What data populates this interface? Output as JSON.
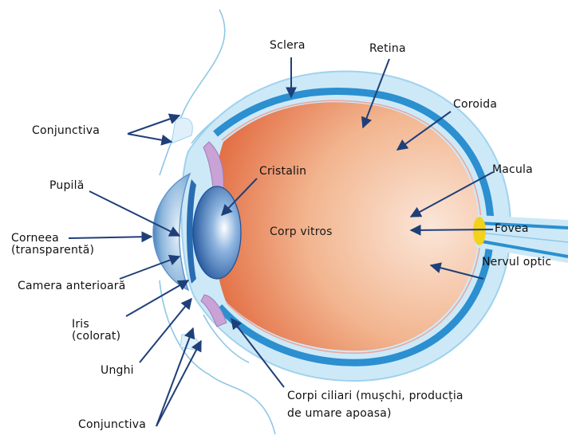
{
  "labels": {
    "sclera": "Sclera",
    "retina": "Retina",
    "coroida": "Coroida",
    "conjunctiva_top": "Conjunctiva",
    "pupila": "Pupilă",
    "cristalin": "Cristalin",
    "macula": "Macula",
    "corp_vitros": "Corp vitros",
    "fovea": "Fovea",
    "corneea_line1": "Corneea",
    "corneea_line2": "(transparentă)",
    "nervul_optic": "Nervul optic",
    "camera_anterioara": "Camera anterioară",
    "iris_line1": "Iris",
    "iris_line2": "(colorat)",
    "unghi": "Unghi",
    "corpi_ciliari_line1": "Corpi ciliari (mușchi, producția",
    "corpi_ciliari_line2": "de umare apoasa)",
    "conjunctiva_bottom": "Conjunctiva"
  },
  "colors": {
    "sclera": "#b9dff2",
    "choroid": "#2a8fd0",
    "vitreous_light": "#f7cfb4",
    "vitreous_dark": "#e7835a",
    "lens": "#1f5fa8",
    "macula": "#f3d21b",
    "arrow": "#1f3f78"
  }
}
